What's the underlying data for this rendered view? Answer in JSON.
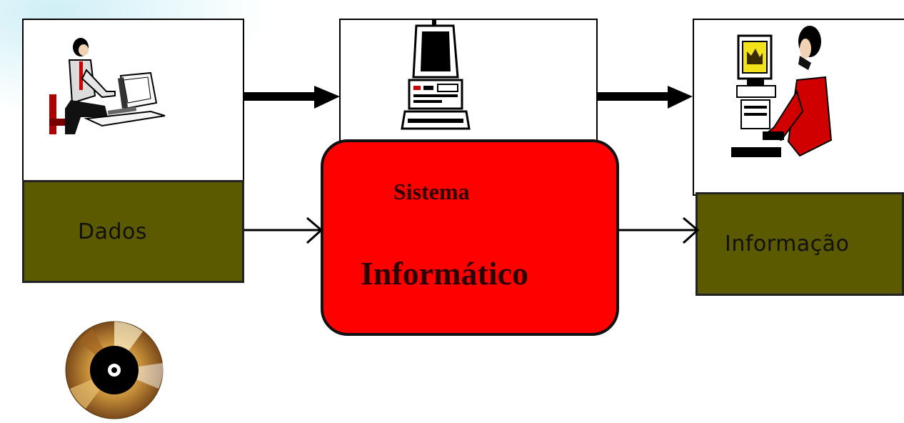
{
  "diagram": {
    "input_label": "Dados",
    "system_label_line1": "Sistema",
    "system_label_line2": "Informático",
    "output_label": "Informação"
  },
  "colors": {
    "system_box": "#ff0000",
    "label_boxes": "#5b5a00",
    "arrows": "#000000"
  },
  "icons": [
    "person-at-computer-icon",
    "computer-tower-icon",
    "person-reading-screen-icon",
    "compact-disc-icon"
  ]
}
